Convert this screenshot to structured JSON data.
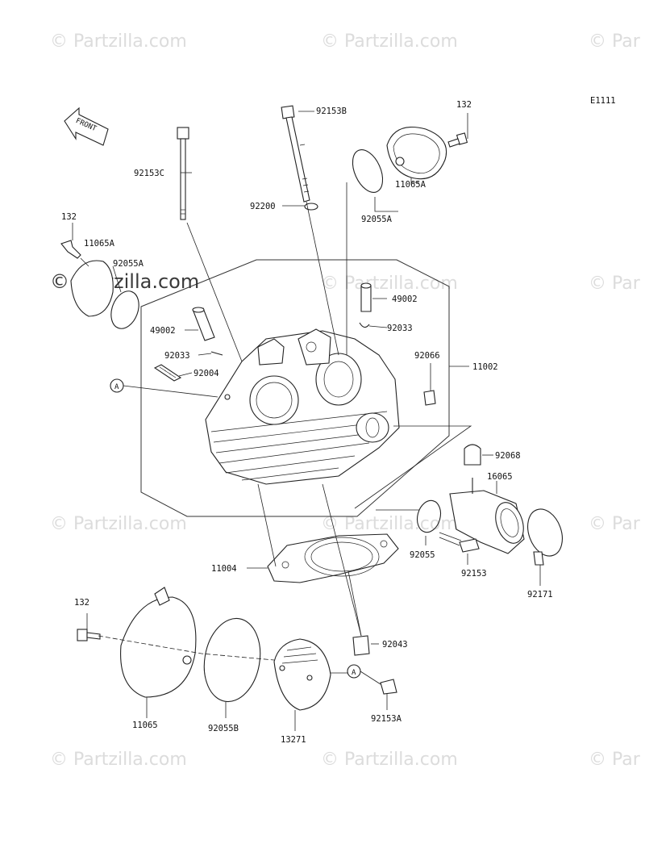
{
  "diagram_code": "E1111",
  "front_label": "FRONT",
  "watermark": "© Partzilla.com",
  "watermark_short": "© Par",
  "callout": "A",
  "labels": {
    "l92153B": "92153B",
    "l132_top": "132",
    "l92153C": "92153C",
    "l92200": "92200",
    "l92055A_top": "92055A",
    "l11065A_top": "11065A",
    "l132_left": "132",
    "l11065A_left": "11065A",
    "l92055A_left": "92055A",
    "l49002_right": "49002",
    "l92033_right": "92033",
    "l49002_left": "49002",
    "l92033_left": "92033",
    "l92004": "92004",
    "l92066": "92066",
    "l11002": "11002",
    "l92068": "92068",
    "l16065": "16065",
    "l92055": "92055",
    "l92153": "92153",
    "l11004": "11004",
    "l92171": "92171",
    "l132_bottom": "132",
    "l92043": "92043",
    "l92153A": "92153A",
    "l11065": "11065",
    "l92055B": "92055B",
    "l13271": "13271"
  }
}
